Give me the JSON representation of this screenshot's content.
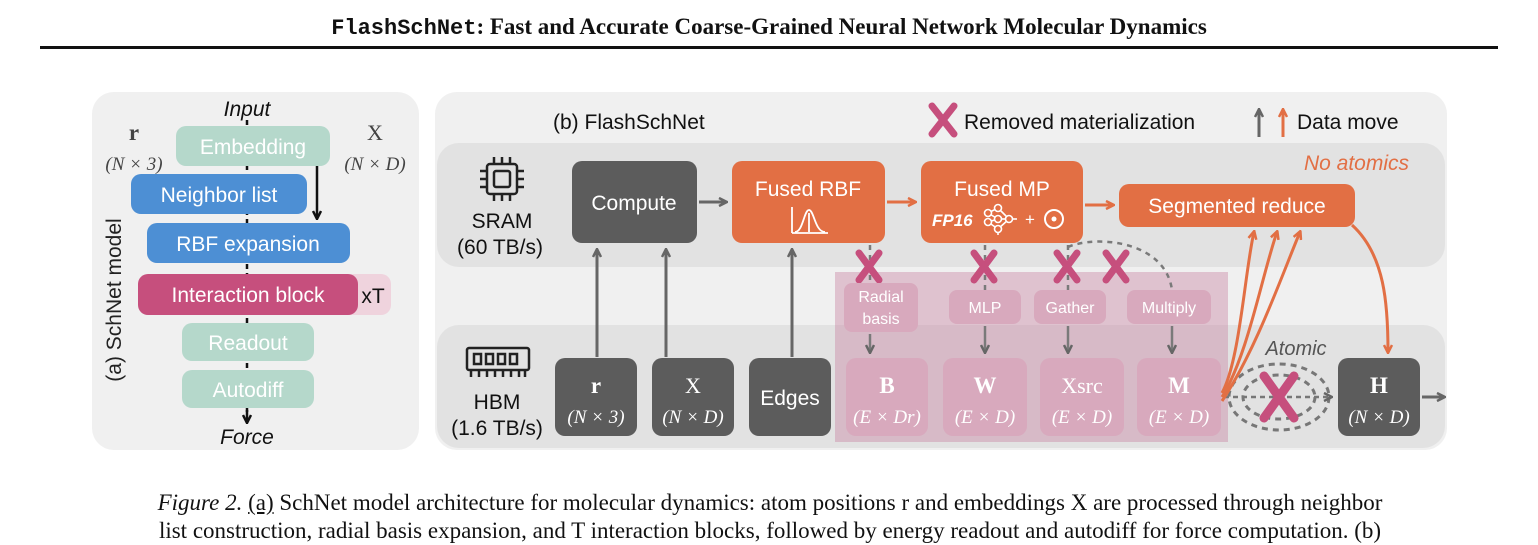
{
  "header": {
    "title_mono": "FlashSchNet",
    "title_rest": ": Fast and Accurate Coarse-Grained Neural Network Molecular Dynamics"
  },
  "panel_a": {
    "side_label": "(a) SchNet model",
    "input_label": "Input",
    "force_label": "Force",
    "r_symbol": "r",
    "r_dim": "(N × 3)",
    "x_symbol": "X",
    "x_dim": "(N × D)",
    "blocks": {
      "embedding": "Embedding",
      "neighbor_list": "Neighbor list",
      "rbf_expansion": "RBF expansion",
      "interaction_block": "Interaction block",
      "repeat": "xT",
      "readout": "Readout",
      "autodiff": "Autodiff"
    }
  },
  "panel_b": {
    "title": "(b) FlashSchNet",
    "legend_removed": "Removed materialization",
    "legend_move": "Data move",
    "no_atomics": "No atomics",
    "sram_label": "SRAM",
    "sram_bw": "(60 TB/s)",
    "hbm_label": "HBM",
    "hbm_bw": "(1.6 TB/s)",
    "compute": "Compute",
    "fused_rbf": "Fused RBF",
    "fused_mp": "Fused MP",
    "fp16": "FP16",
    "plus": "+",
    "segmented_reduce": "Segmented reduce",
    "atomic": "Atomic",
    "ops": [
      "Radial",
      "basis",
      "MLP",
      "Gather",
      "Multiply"
    ],
    "hbm_tensors": {
      "r": {
        "sym": "r",
        "dim": "(N × 3)"
      },
      "x": {
        "sym": "X",
        "dim": "(N × D)"
      },
      "edges": {
        "sym": "Edges"
      },
      "b": {
        "sym": "B",
        "dim": "(E × Dr)"
      },
      "w": {
        "sym": "W",
        "dim": "(E × D)"
      },
      "xsrc": {
        "sym": "Xsrc",
        "dim": "(E × D)"
      },
      "m": {
        "sym": "M",
        "dim": "(E × D)"
      },
      "h": {
        "sym": "H",
        "dim": "(N × D)"
      }
    }
  },
  "caption": {
    "label": "Figure 2.",
    "part_a": "(a)",
    "line1": "SchNet model architecture for molecular dynamics: atom positions r and embeddings X are processed through neighbor",
    "line2": "list construction, radial basis expansion, and T interaction blocks, followed by energy readout and autodiff for force computation. (b)"
  },
  "colors": {
    "teal": "#b5d8cb",
    "blue": "#4d8fd4",
    "pink": "#c64f7d",
    "orange": "#e26f44",
    "dark": "#5c5c5c",
    "mauve": "#c98aa6",
    "panel": "#f0f0f0",
    "band": "#e3e3e3"
  }
}
